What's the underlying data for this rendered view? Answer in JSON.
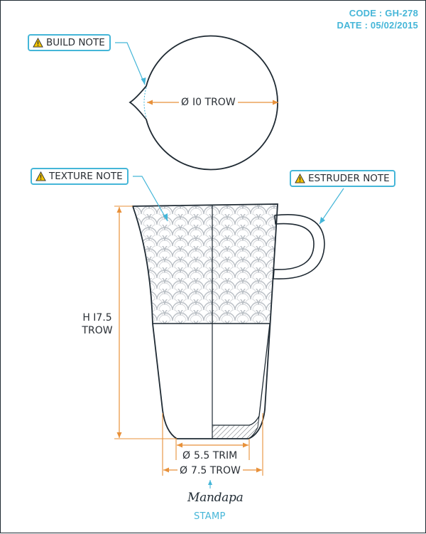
{
  "header": {
    "code": "CODE : GH-278",
    "date": "DATE : 05/02/2015"
  },
  "notes": {
    "build": "BUILD NOTE",
    "texture": "TEXTURE NOTE",
    "extruder": "ESTRUDER NOTE"
  },
  "dimensions": {
    "top_diameter": "I0 TROW",
    "height_line1": "H I7.5",
    "height_line2": "TROW",
    "base_trim": "5.5 TRIM",
    "base_diameter": "7.5 TROW",
    "diameter_symbol": "Ø"
  },
  "brand": {
    "logo_text": "Mandapa",
    "stamp_label": "STAMP"
  },
  "colors": {
    "accent": "#45b6d8",
    "dimension": "#e8913a",
    "outline": "#1f2a33",
    "warning": "#f2c200"
  }
}
